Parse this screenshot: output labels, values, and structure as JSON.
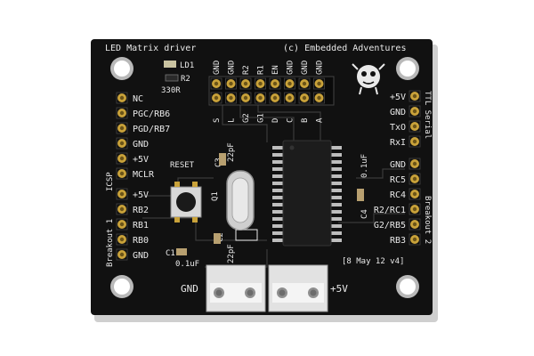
{
  "board": {
    "title": "LED Matrix driver",
    "copyright": "(c) Embedded Adventures",
    "version": "[8 May 12 v4]",
    "led_label": "LD1",
    "resistor_label": "R2",
    "resistor_value": "330R",
    "reset_label": "RESET",
    "c3_label": "C3",
    "c3_value": "22pF",
    "c2_label": "C2",
    "c2_value": "22pF",
    "c1_label": "C1",
    "c1_value": "0.1uF",
    "q1_label": "Q1",
    "c4_label": "C4",
    "c4_value": "0.1uF",
    "gnd_terminal": "GND",
    "v5_terminal": "+5V",
    "icsp_label": "ICSP",
    "breakout1_label": "Breakout 1",
    "breakout2_label": "Breakout 2",
    "ttl_label": "TTL Serial"
  },
  "header_top": [
    "GND",
    "GND",
    "R2",
    "R1",
    "EN",
    "GND",
    "GND",
    "GND"
  ],
  "header_bottom": [
    "S",
    "L",
    "G2",
    "G1",
    "D",
    "C",
    "B",
    "A"
  ],
  "left_pins": [
    "NC",
    "PGC/RB6",
    "PGD/RB7",
    "GND",
    "+5V",
    "MCLR",
    "+5V",
    "RB2",
    "RB1",
    "RB0",
    "GND"
  ],
  "right_pins": [
    "+5V",
    "GND",
    "TxO",
    "RxI",
    "GND",
    "RC5",
    "RC4",
    "R2/RC1",
    "G2/RB5",
    "RB3"
  ],
  "colors": {
    "pcb": "#111111",
    "silkscreen": "#e9e9e9",
    "gold": "#c9a23a",
    "ic": "#1c1c1c"
  }
}
